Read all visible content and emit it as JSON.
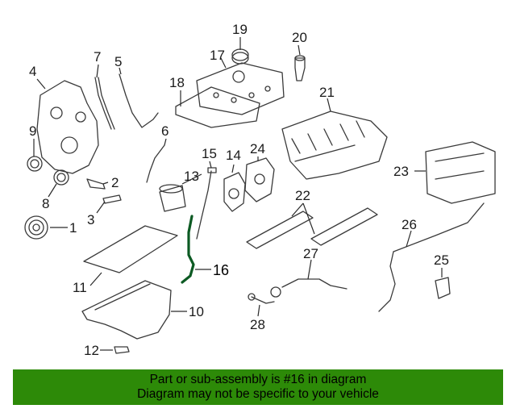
{
  "diagram": {
    "callouts": [
      "1",
      "2",
      "3",
      "4",
      "5",
      "6",
      "7",
      "8",
      "9",
      "10",
      "11",
      "12",
      "13",
      "14",
      "15",
      "16",
      "17",
      "18",
      "19",
      "20",
      "21",
      "22",
      "23",
      "24",
      "25",
      "26",
      "27",
      "28"
    ],
    "highlighted_part": "16",
    "highlight_color": "#0c5a23"
  },
  "banner": {
    "line1": "Part or sub-assembly is #16 in diagram",
    "line2": "Diagram may not be specific to your vehicle",
    "background": "#2d8a08"
  }
}
